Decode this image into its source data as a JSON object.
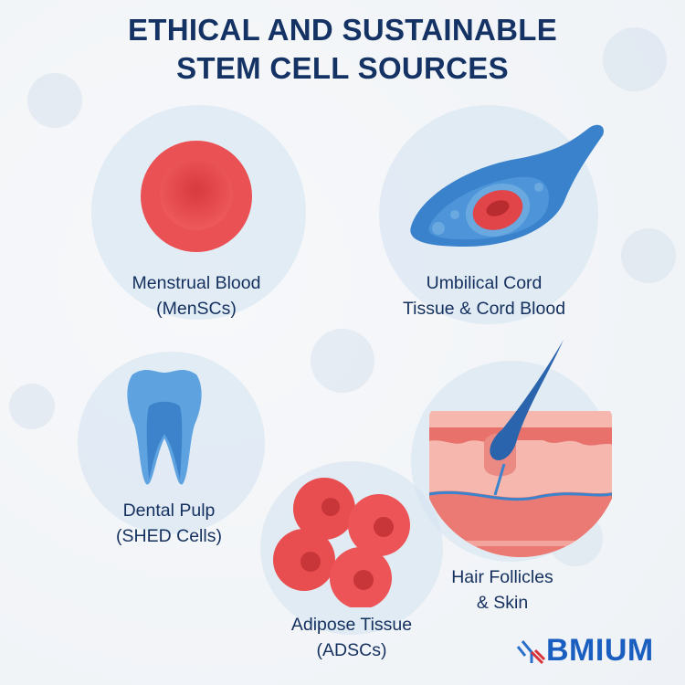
{
  "title": {
    "line1": "ETHICAL AND SUSTAINABLE",
    "line2": "STEM CELL SOURCES"
  },
  "sources": [
    {
      "line1": "Menstrual Blood",
      "line2": "(MenSCs)",
      "icon": "red-blood-cell-icon"
    },
    {
      "line1": "Umbilical Cord",
      "line2": "Tissue & Cord Blood",
      "icon": "umbilical-cell-icon"
    },
    {
      "line1": "Dental Pulp",
      "line2": "(SHED Cells)",
      "icon": "tooth-icon"
    },
    {
      "line1": "Adipose Tissue",
      "line2": "(ADSCs)",
      "icon": "fat-cells-icon"
    },
    {
      "line1": "Hair Follicles",
      "line2": "& Skin",
      "icon": "hair-follicle-skin-icon"
    }
  ],
  "logo": {
    "text": "BMIUM",
    "icon": "antibody-icon"
  },
  "colors": {
    "title": "#143364",
    "label": "#14305e",
    "red": "#e8474c",
    "blue": "#3a88d0",
    "brand": "#1a5fc0"
  }
}
